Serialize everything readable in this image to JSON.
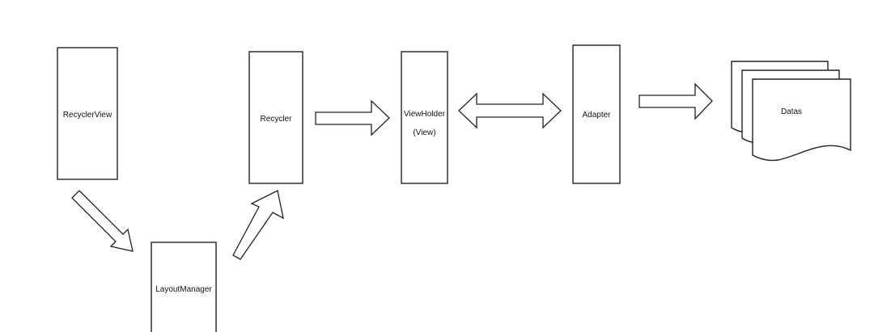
{
  "nodes": {
    "recyclerview": {
      "label": "RecyclerView"
    },
    "layoutmanager": {
      "label": "LayoutManager"
    },
    "recycler": {
      "label": "Recycler"
    },
    "viewholder": {
      "label": "ViewHolder",
      "sublabel": "(View)"
    },
    "adapter": {
      "label": "Adapter"
    },
    "datas": {
      "label": "Datas"
    }
  }
}
